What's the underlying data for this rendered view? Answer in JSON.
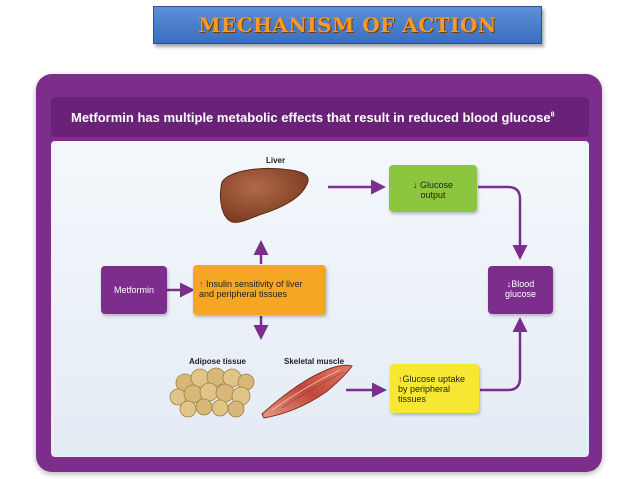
{
  "slide": {
    "title": "MECHANISM OF ACTION"
  },
  "figure": {
    "header": "Metformin has multiple metabolic effects that result in reduced blood glucose",
    "header_superscript": "8",
    "labels": {
      "liver": "Liver",
      "adipose": "Adipose tissue",
      "muscle": "Skeletal muscle"
    },
    "nodes": {
      "metformin": "Metformin",
      "insulin_line1": "Insulin sensitivity of liver",
      "insulin_line2": "and peripheral tissues",
      "glucose_output_line1": "Glucose",
      "glucose_output_line2": "output",
      "uptake_line1": "Glucose uptake",
      "uptake_line2": "by peripheral",
      "uptake_line3": "tissues",
      "blood_line1": "Blood",
      "blood_line2": "glucose"
    },
    "symbols": {
      "up": "↑",
      "down": "↓"
    },
    "colors": {
      "frame": "#7d2d8c",
      "orange": "#f5a623",
      "green": "#8cc63f",
      "yellow": "#f7e733",
      "purple_node": "#7d2d8c",
      "arrow": "#7d2d8c"
    }
  }
}
